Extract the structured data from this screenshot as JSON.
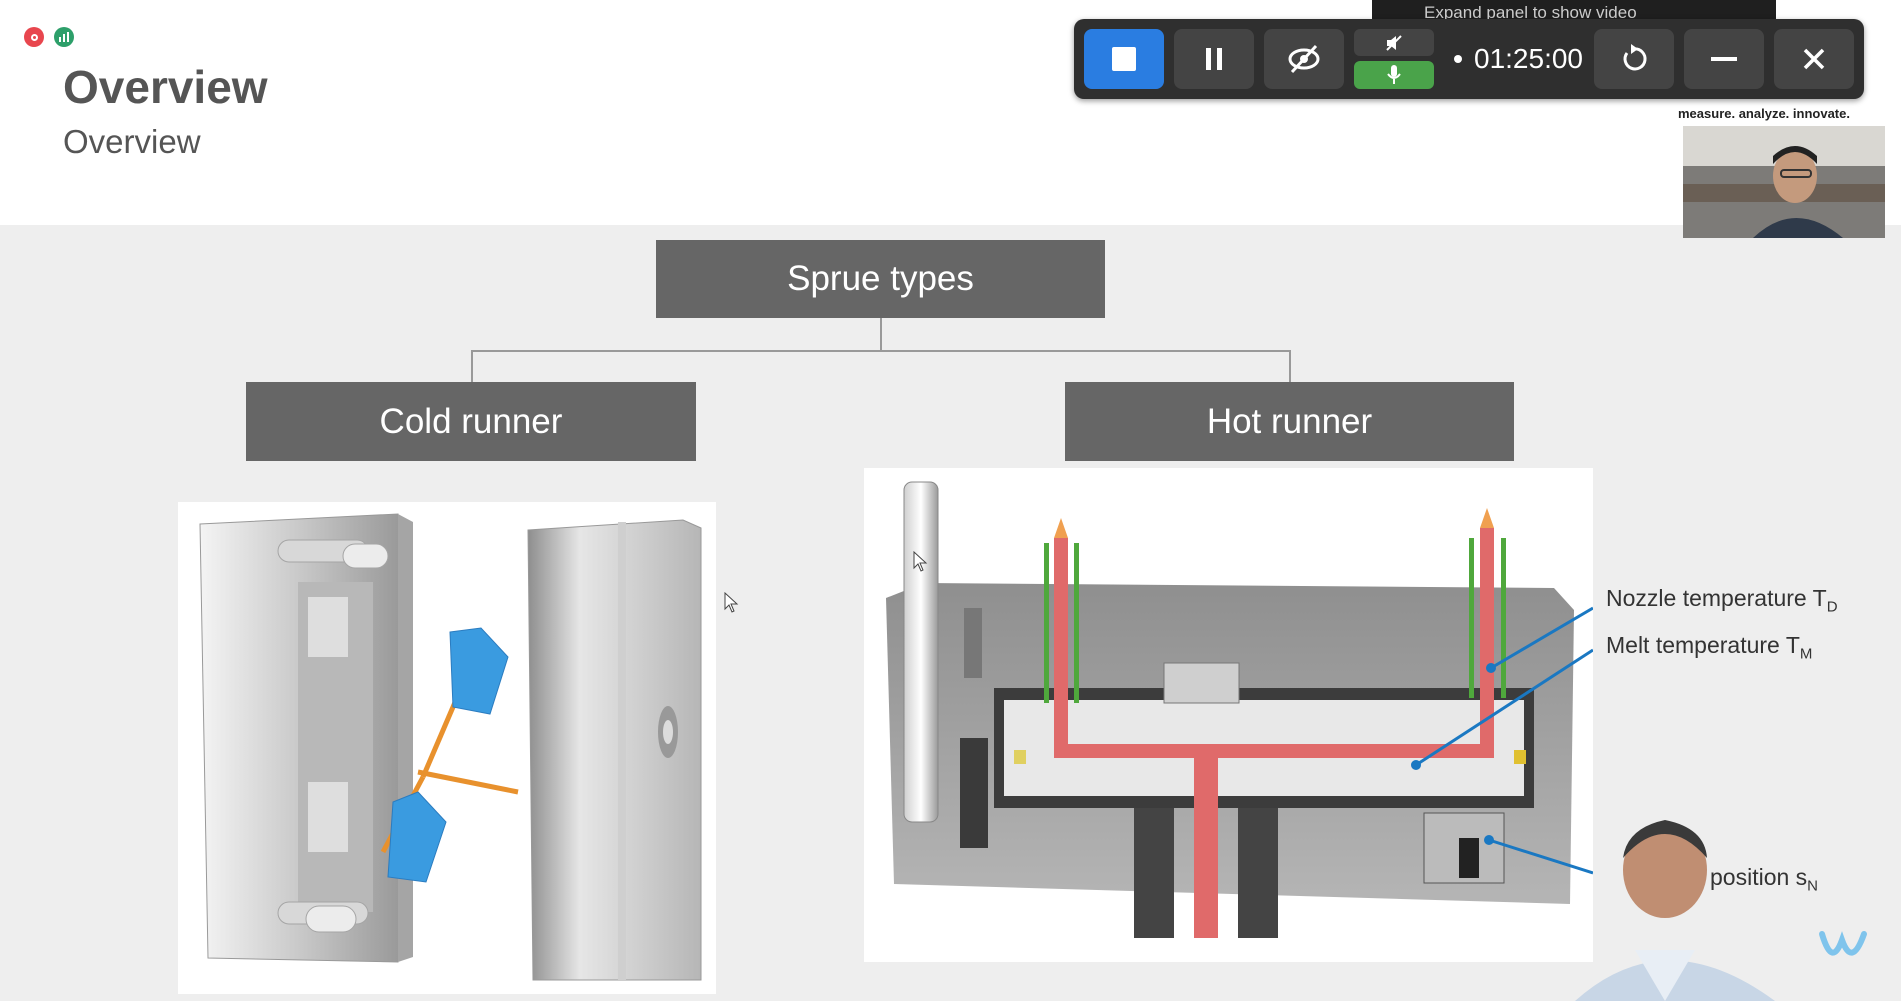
{
  "header": {
    "title": "Overview",
    "subtitle": "Overview"
  },
  "diagram": {
    "root": "Sprue types",
    "left": "Cold runner",
    "right": "Hot runner"
  },
  "hot_runner_labels": {
    "nozzle_temp": "Nozzle temperature T",
    "nozzle_temp_sub": "D",
    "melt_temp": "Melt temperature T",
    "melt_temp_sub": "M",
    "position": "position s",
    "position_sub": "N"
  },
  "recorder": {
    "timer": "01:25:00",
    "expand_hint": "Expand panel to show video",
    "tagline": "measure. analyze. innovate."
  },
  "colors": {
    "slide_bg": "#eeeeee",
    "box_bg": "#666666",
    "stop_blue": "#2a7de1",
    "mic_green": "#4aa34a",
    "runner_red": "#e06a6a",
    "cavity_blue": "#3a9be0"
  },
  "icons": {
    "stop": "stop-icon",
    "pause": "pause-icon",
    "camera_off": "camera-off-icon",
    "speaker_muted": "speaker-muted-icon",
    "mic": "microphone-icon",
    "restart": "restart-icon",
    "minimize": "minimize-icon",
    "close": "close-icon"
  }
}
